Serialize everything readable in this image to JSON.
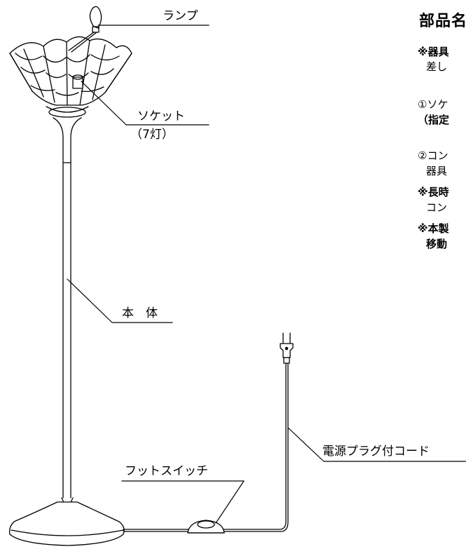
{
  "labels": {
    "lamp": "ランプ",
    "socket": "ソケット",
    "socket_count": "（7灯）",
    "body": "本　体",
    "foot_switch": "フットスイッチ",
    "power_cord": "電源プラグ付コード"
  },
  "panel": {
    "title": "部品名",
    "note1_line1": "※器具",
    "note1_line2": "差し",
    "item1_line1": "①ソケ",
    "item1_line2": "（指定",
    "item2_line1": "②コン",
    "item2_line2": "器具",
    "note2_line1": "※長時",
    "note2_line2": "コン",
    "note3_line1": "※本製",
    "note3_line2": "移動"
  }
}
